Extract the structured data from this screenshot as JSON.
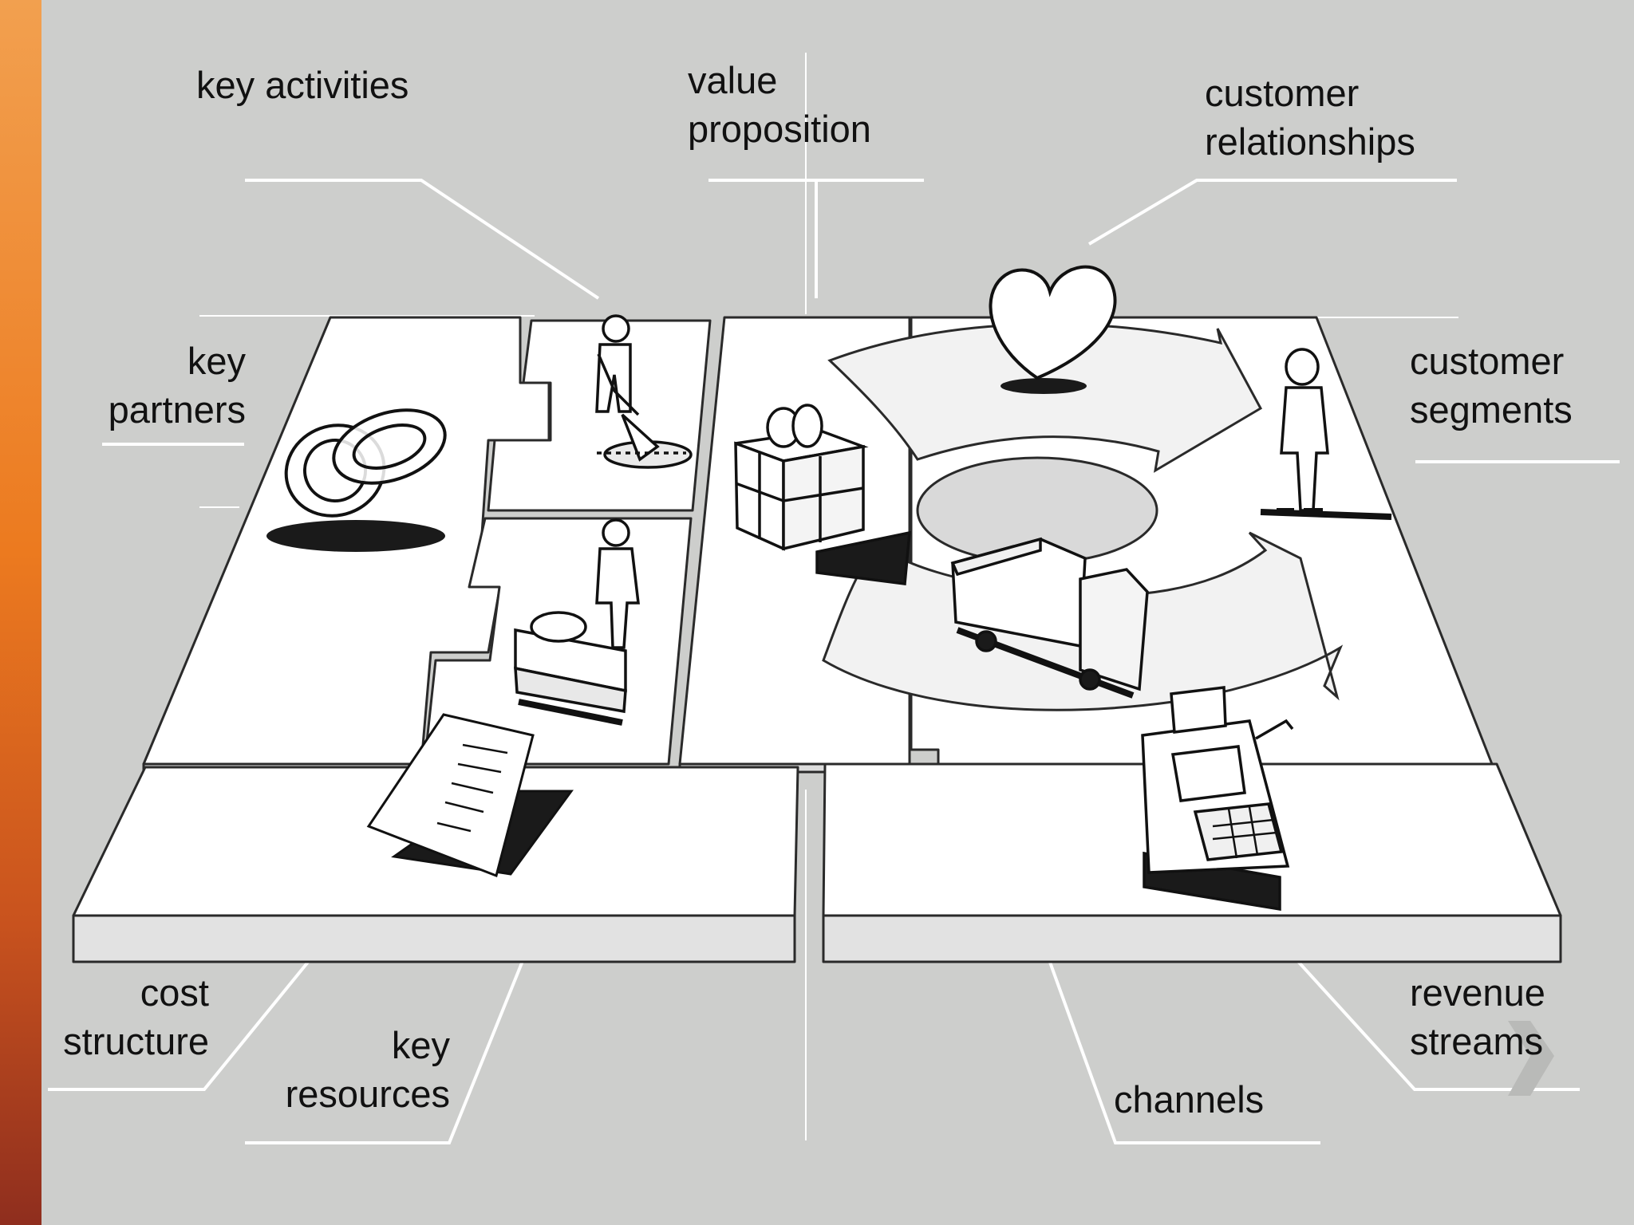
{
  "canvas": {
    "background": "#cdcecc",
    "accent_strip": [
      "#f2a04f",
      "#ec7a1f",
      "#c9531e",
      "#8f2e1e"
    ],
    "board_color": "#ffffff",
    "line_color": "#ffffff",
    "ink_color": "#111111"
  },
  "labels": {
    "key_activities": [
      "key activities"
    ],
    "value_proposition": [
      "value",
      "proposition"
    ],
    "customer_relationships": [
      "customer",
      "relationships"
    ],
    "key_partners": [
      "key",
      "partners"
    ],
    "customer_segments": [
      "customer",
      "segments"
    ],
    "cost_structure": [
      "cost",
      "structure"
    ],
    "key_resources": [
      "key",
      "resources"
    ],
    "channels": [
      "channels"
    ],
    "revenue_streams": [
      "revenue",
      "streams"
    ]
  },
  "icons": {
    "key_partners": "interlocked-rings-icon",
    "key_activities": "person-digging-icon",
    "key_resources": "person-with-machine-icon",
    "value_proposition": "gift-box-icon",
    "customer_relationships": "heart-icon",
    "channels": "delivery-truck-icon",
    "customer_segments": "standing-person-icon",
    "cost_structure": "invoice-document-icon",
    "revenue_streams": "cash-register-icon",
    "navigation": "next-chevron-icon"
  }
}
